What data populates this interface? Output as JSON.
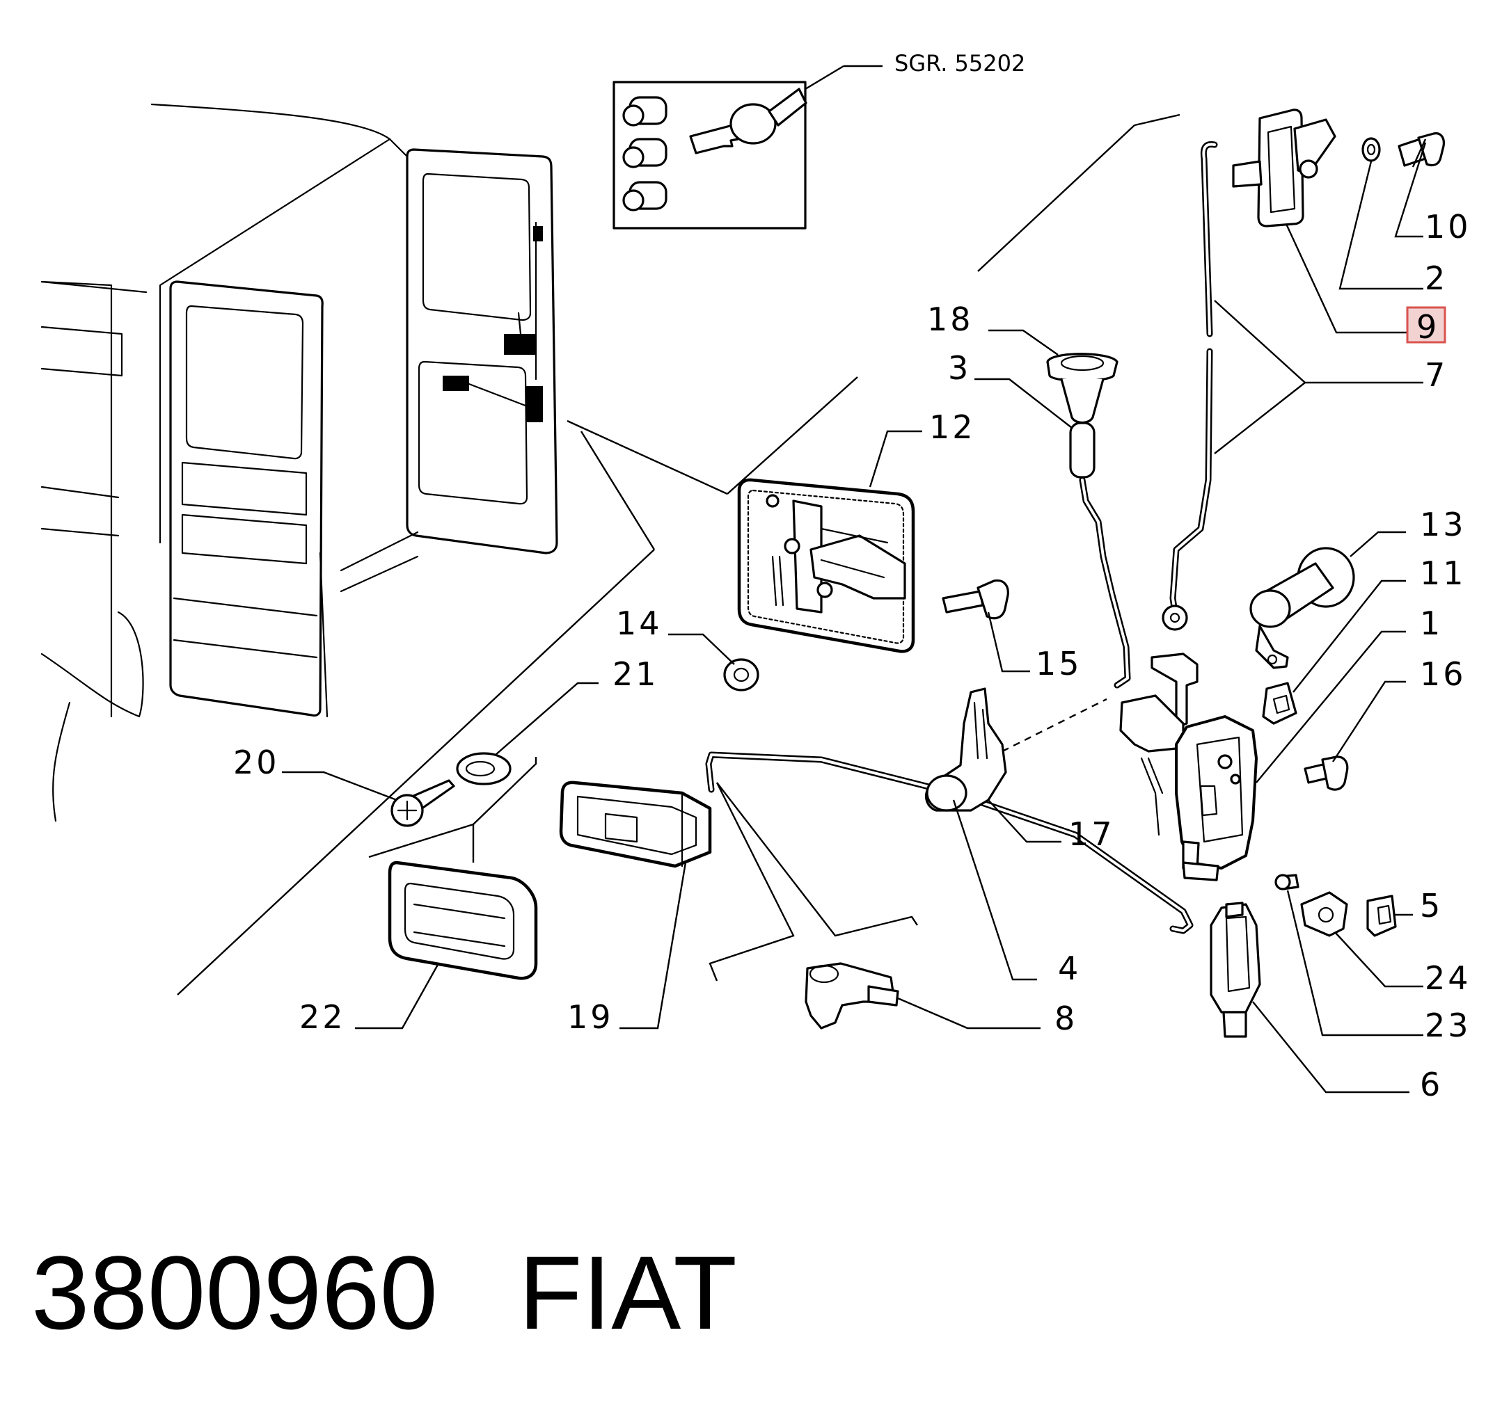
{
  "diagram": {
    "sgr_ref": "SGR. 55202",
    "part_number": "3800960",
    "brand": "FIAT",
    "highlight_color": "#d9534f",
    "highlighted_label": "9",
    "labels": {
      "p1": "1",
      "p2": "2",
      "p3": "3",
      "p4": "4",
      "p5": "5",
      "p6": "6",
      "p7": "7",
      "p8": "8",
      "p9": "9",
      "p10": "10",
      "p11": "11",
      "p12": "12",
      "p13": "13",
      "p14": "14",
      "p15": "15",
      "p16": "16",
      "p17": "17",
      "p18": "18",
      "p19": "19",
      "p20": "20",
      "p21": "21",
      "p22": "22",
      "p23": "23",
      "p24": "24"
    }
  }
}
